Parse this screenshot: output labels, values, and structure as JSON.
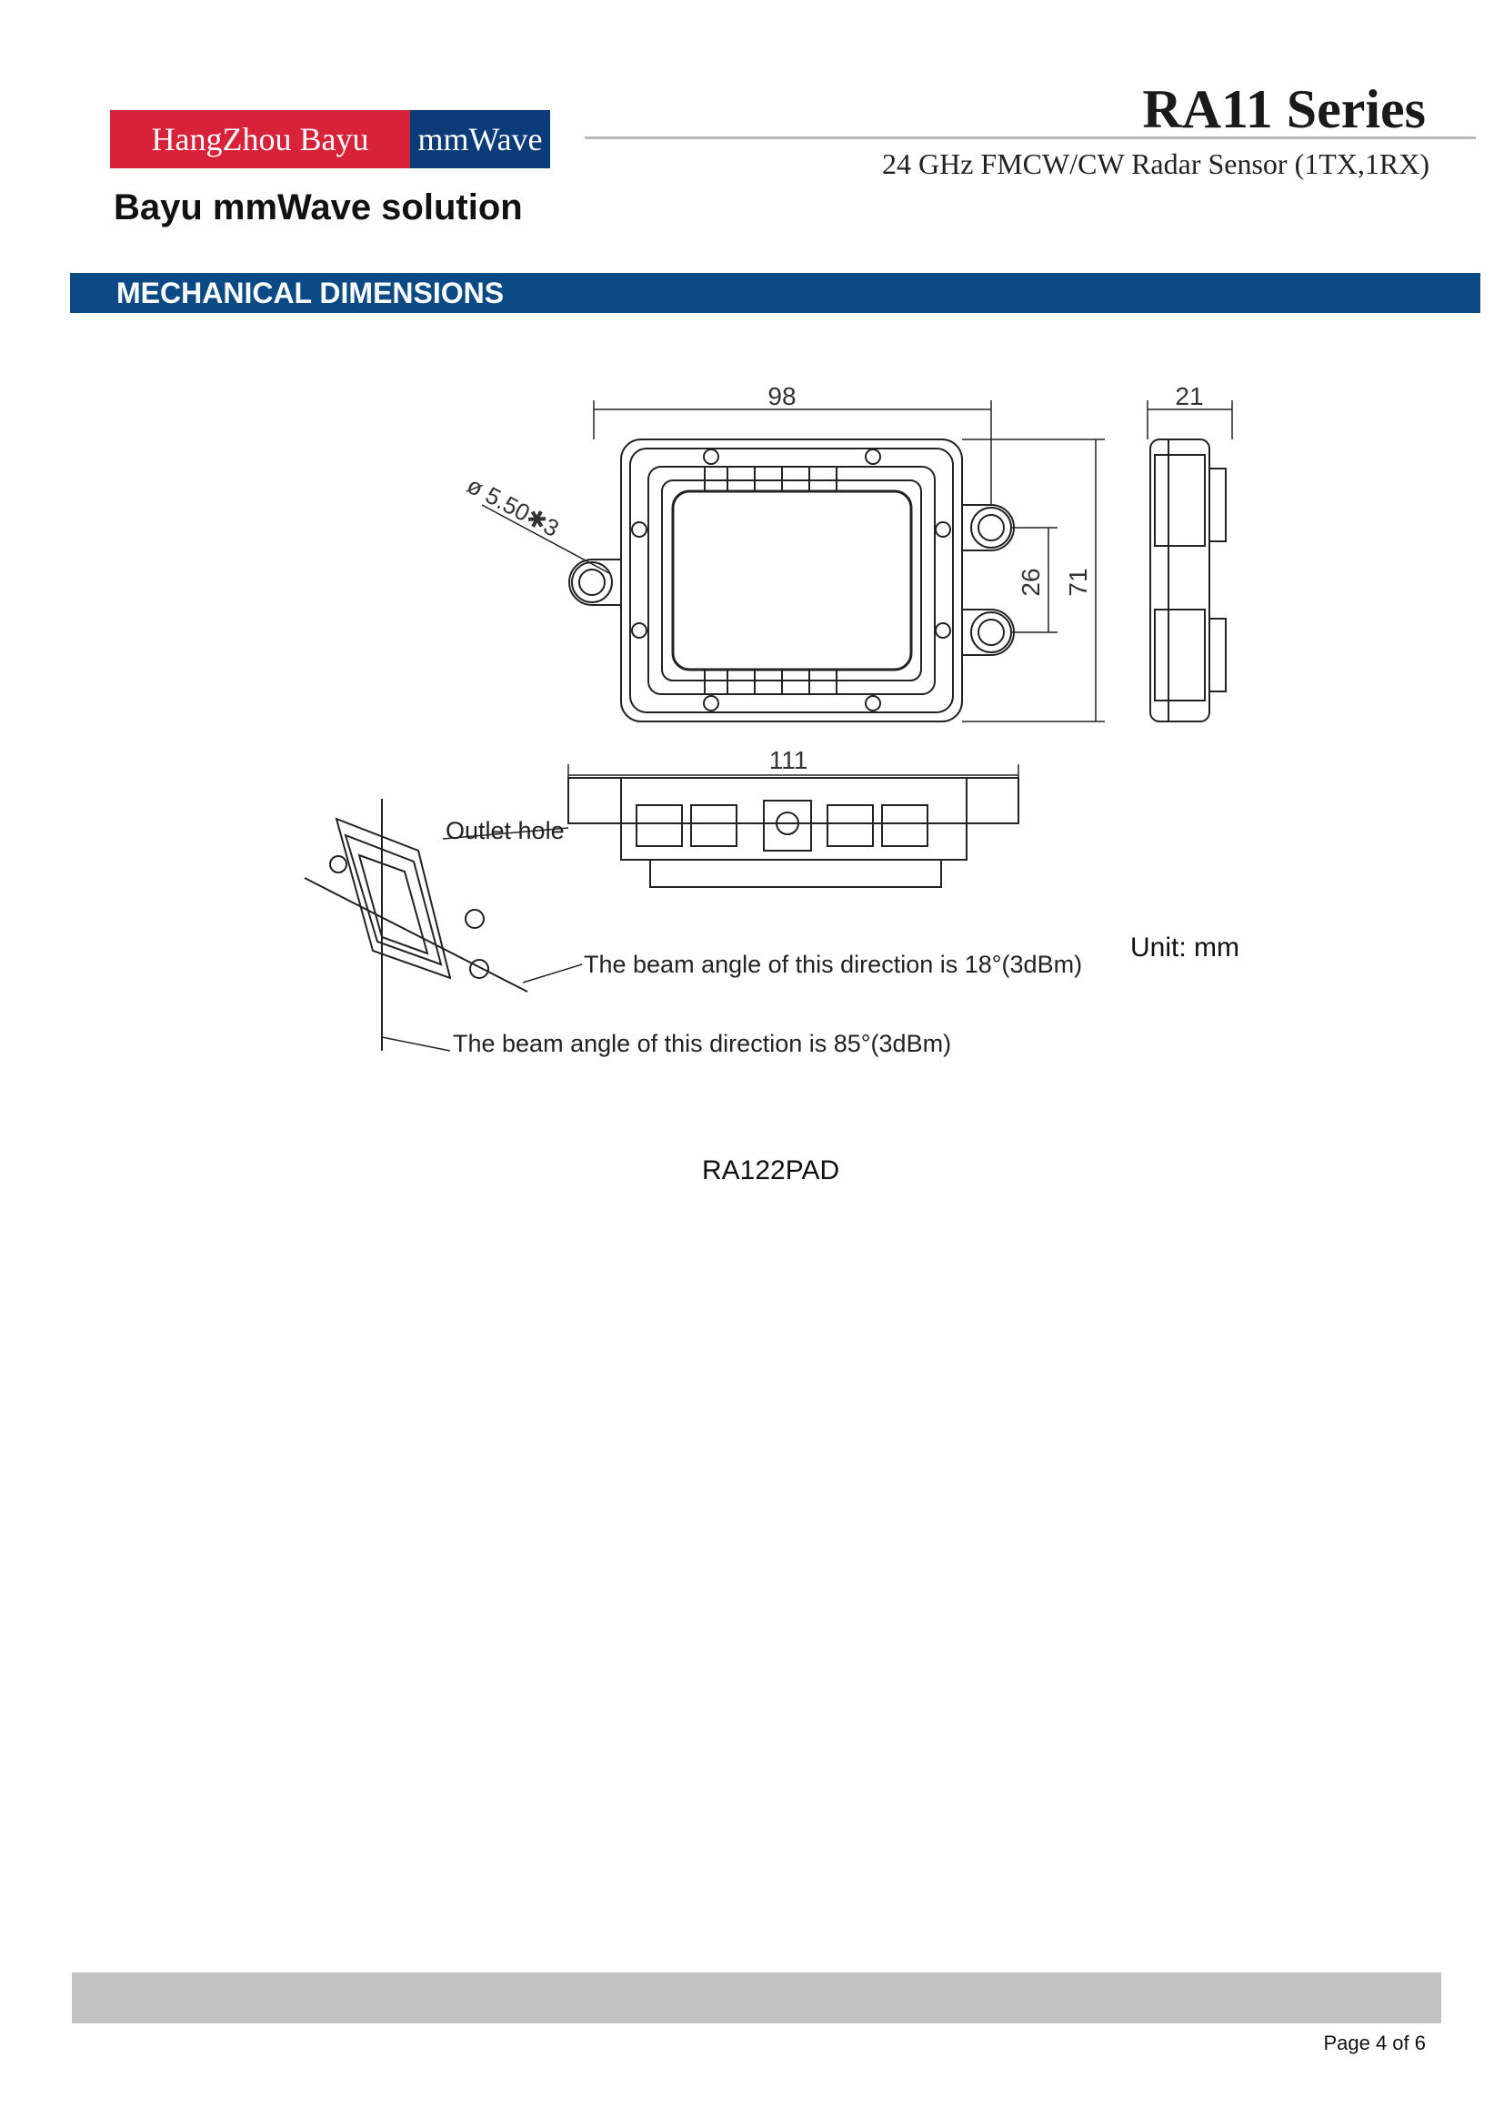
{
  "header": {
    "logo_left": "HangZhou Bayu",
    "logo_right": "mmWave",
    "tagline": "Bayu mmWave solution",
    "series_title": "RA11 Series",
    "series_subtitle": "24 GHz FMCW/CW Radar Sensor (1TX,1RX)"
  },
  "section": {
    "title": "MECHANICAL DIMENSIONS"
  },
  "drawing": {
    "dim_width": "98",
    "dim_depth": "21",
    "dim_height": "71",
    "dim_hole_spacing": "26",
    "dim_total_width": "111",
    "dim_hole": "ø 5.50✱3",
    "outlet_label": "Outlet hole",
    "beam_18": "The beam angle of this direction is 18°(3dBm)",
    "beam_85": "The beam angle of this direction is 85°(3dBm)",
    "unit": "Unit: mm",
    "model": "RA122PAD"
  },
  "footer": {
    "page": "Page 4 of 6"
  }
}
